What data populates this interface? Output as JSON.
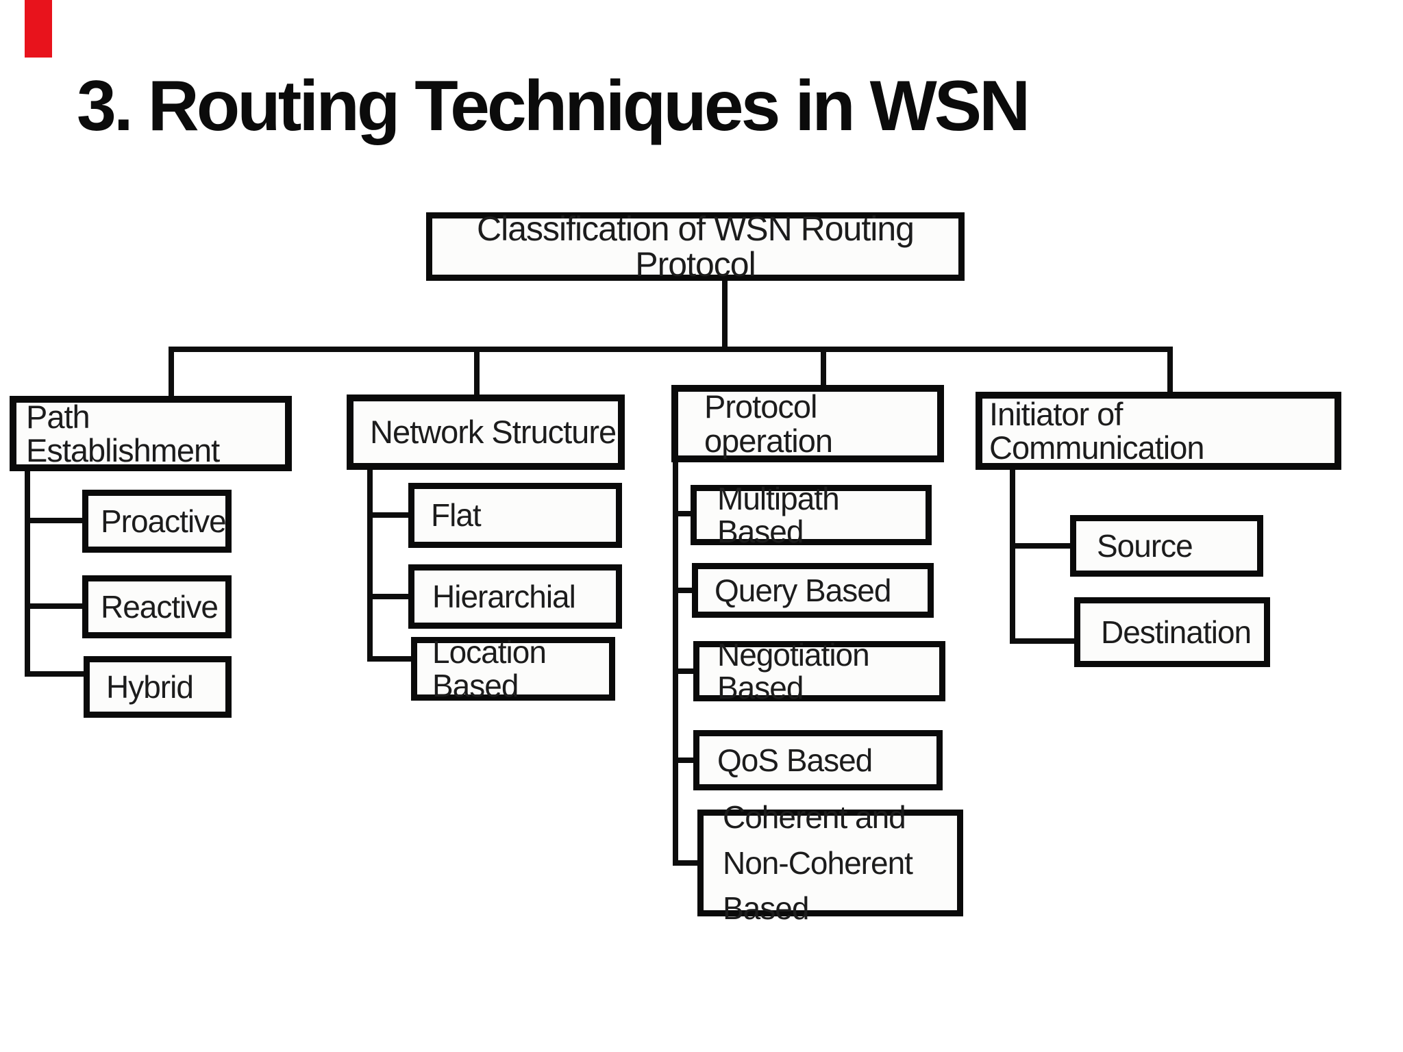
{
  "slide": {
    "title": "3. Routing Techniques in WSN",
    "accent_color": "#e8131c",
    "line_color": "#0d0d0d"
  },
  "diagram": {
    "root": {
      "label": "Classification of WSN Routing Protocol"
    },
    "branches": [
      {
        "label": "Path Establishment",
        "children": [
          "Proactive",
          "Reactive",
          "Hybrid"
        ]
      },
      {
        "label": "Network Structure",
        "children": [
          "Flat",
          "Hierarchial",
          "Location Based"
        ]
      },
      {
        "label": "Protocol operation",
        "children": [
          "Multipath Based",
          "Query Based",
          "Negotiation Based",
          "QoS Based",
          "Coherent and Non-Coherent Based"
        ]
      },
      {
        "label": "Initiator of Communication",
        "children": [
          "Source",
          "Destination"
        ]
      }
    ]
  }
}
